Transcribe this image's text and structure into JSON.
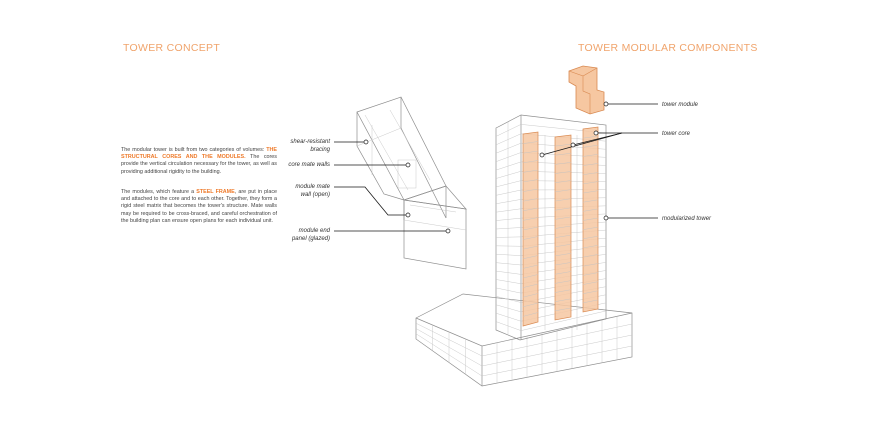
{
  "headings": {
    "left": "TOWER CONCEPT",
    "right": "TOWER MODULAR COMPONENTS"
  },
  "description": {
    "p1_lead": "The modular tower is built from two categories of volumes: ",
    "p1_highlight": "THE STRUCTURAL CORES AND THE MODULES.",
    "p1_rest": " The cores provide the vertical circulation necessary for the tower, as well as providing additional rigidity to the building.",
    "p2_lead": "The modules, which feature a ",
    "p2_highlight": "STEEL FRAME",
    "p2_rest": ", are put in place and attached to the core and to each other. Together, they form a rigid steel matrix that becomes the tower's structure. Mate walls may be required to be cross-braced, and careful orchestration of the building plan can ensure open plans for each individual unit."
  },
  "module_labels": {
    "shear_1": "shear-resistant",
    "shear_2": "bracing",
    "core_mate": "core mate walls",
    "mate_open_1": "module mate",
    "mate_open_2": "wall (open)",
    "end_panel_1": "module end",
    "end_panel_2": "panel (glazed)"
  },
  "tower_labels": {
    "tower_module": "tower module",
    "tower_core": "tower core",
    "modularized": "modularized tower"
  },
  "colors": {
    "accent": "#f0a46c",
    "highlight": "#ee7a2a",
    "core_fill": "#f6c7a1",
    "core_stroke": "#d98a52"
  }
}
